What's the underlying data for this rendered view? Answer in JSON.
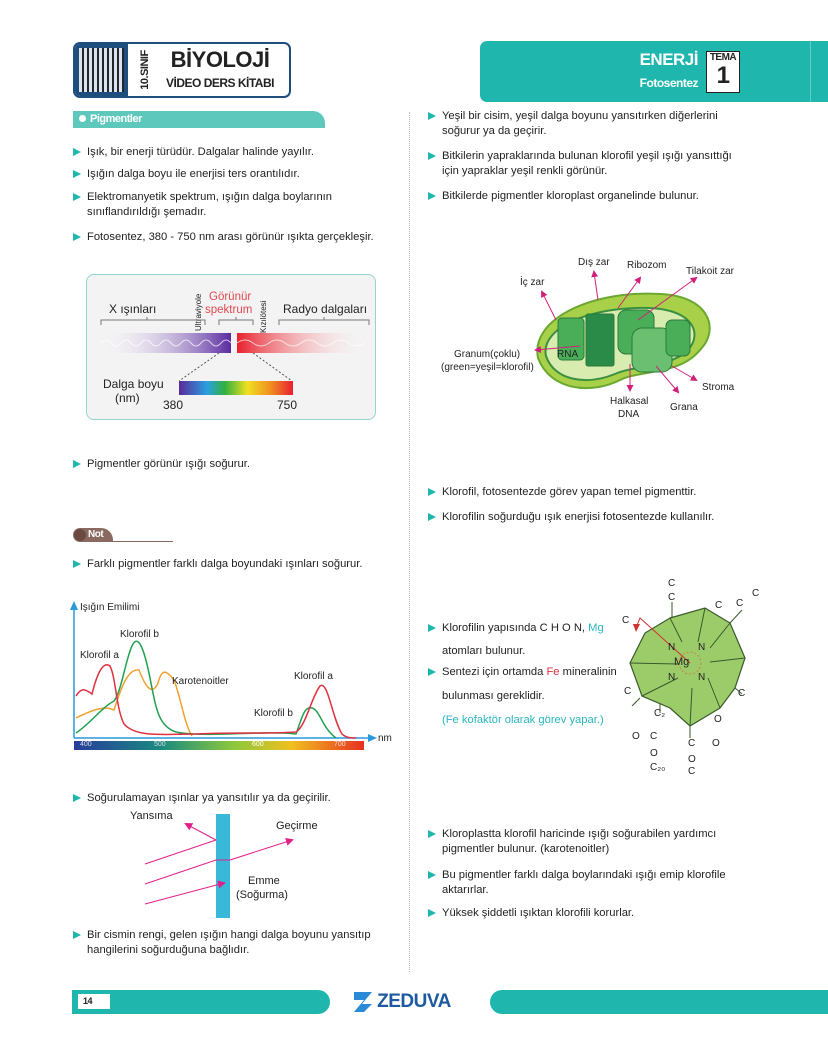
{
  "header": {
    "grade": "10.SINIF",
    "title": "BİYOLOJİ",
    "subtitle": "VİDEO DERS KİTABI",
    "unit": "ENERJİ",
    "topic": "Fotosentez",
    "tema_label": "TEMA",
    "tema_number": "1"
  },
  "section": {
    "title": "Pigmentler"
  },
  "left": {
    "bullets": [
      "Işık, bir enerji türüdür. Dalgalar halinde yayılır.",
      "Işığın dalga boyu ile enerjisi ters orantılıdır.",
      "Elektromanyetik spektrum, ışığın dalga boylarının sınıflandırıldığı şemadır.",
      "Fotosentez, 380 - 750 nm arası görünür ışıkta gerçekleşir."
    ],
    "spectrum": {
      "x_rays": "X ışınları",
      "ultraviolet": "Ultraviyole",
      "visible_1": "Görünür",
      "visible_2": "spektrum",
      "infrared": "Kızılötesi",
      "radio": "Radyo dalgaları",
      "wavelength_1": "Dalga boyu",
      "wavelength_2": "(nm)",
      "min": "380",
      "max": "750"
    },
    "bullet_pigment": "Pigmentler görünür ışığı soğurur.",
    "note_label": "Not",
    "bullet_note": "Farklı pigmentler farklı dalga boyundaki ışınları soğurur.",
    "absorption": {
      "ylabel": "Işığın Emilimi",
      "xlabel": "nm",
      "ticks": [
        "400",
        "500",
        "600",
        "700"
      ],
      "labels": {
        "chl_a_1": "Klorofil a",
        "chl_b_1": "Klorofil b",
        "carot": "Karotenoitler",
        "chl_a_2": "Klorofil a",
        "chl_b_2": "Klorofil b"
      },
      "colors": {
        "chl_a": "#e03040",
        "chl_b": "#22a050",
        "carot": "#f0a030"
      }
    },
    "bullet_reflect": "Soğurulamayan ışınlar ya yansıtılır ya da geçirilir.",
    "reflect": {
      "reflection": "Yansıma",
      "transmission": "Geçirme",
      "absorption_1": "Emme",
      "absorption_2": "(Soğurma)"
    },
    "bullet_color": "Bir cismin rengi, gelen ışığın hangi dalga boyunu yansıtıp hangilerini soğurduğuna bağlıdır."
  },
  "right": {
    "bullets": [
      "Yeşil bir cisim, yeşil dalga boyunu yansıtırken diğerlerini soğurur ya da geçirir.",
      "Bitkilerin yapraklarında bulunan klorofil yeşil ışığı yansıttığı için yapraklar yeşil renkli görünür.",
      "Bitkilerde pigmentler kloroplast organelinde bulunur."
    ],
    "chloroplast": {
      "outer": "Dış zar",
      "ribosome": "Ribozom",
      "thylakoid": "Tilakoit zar",
      "inner": "İç zar",
      "granum_1": "Granum(çoklu)",
      "granum_2": "(green=yeşil=klorofil)",
      "rna": "RNA",
      "dna_1": "Halkasal",
      "dna_2": "DNA",
      "grana": "Grana",
      "stroma": "Stroma"
    },
    "bullets2": [
      "Klorofil, fotosentezde görev yapan temel pigmenttir.",
      "Klorofilin soğurduğu ışık enerjisi fotosentezde kullanılır."
    ],
    "chl_text": {
      "a1": "Klorofilin yapısında C H O N, ",
      "mg": "Mg",
      "a2": "atomları bulunur.",
      "b1": "Sentezi için ortamda ",
      "fe": "Fe",
      "b2": " mineralinin",
      "b3": "bulunması gereklidir.",
      "note": "(Fe kofaktör olarak görev yapar.)"
    },
    "molecule": {
      "mg": "Mg",
      "n": "N",
      "c": "C",
      "c2": "C₂",
      "c20": "C₂₀",
      "o": "O"
    },
    "bullets3": [
      "Kloroplastta klorofil haricinde ışığı soğurabilen yardımcı pigmentler bulunur. (karotenoitler)",
      "Bu pigmentler farklı dalga boylarındaki ışığı emip klorofile aktarırlar.",
      "Yüksek şiddetli ışıktan klorofili korurlar."
    ]
  },
  "footer": {
    "page": "14",
    "brand": "ZEDUVA"
  },
  "colors": {
    "teal": "#1fb6ad",
    "navy": "#1d4e7e",
    "red": "#e03040",
    "mg": "#2bb6c0"
  }
}
